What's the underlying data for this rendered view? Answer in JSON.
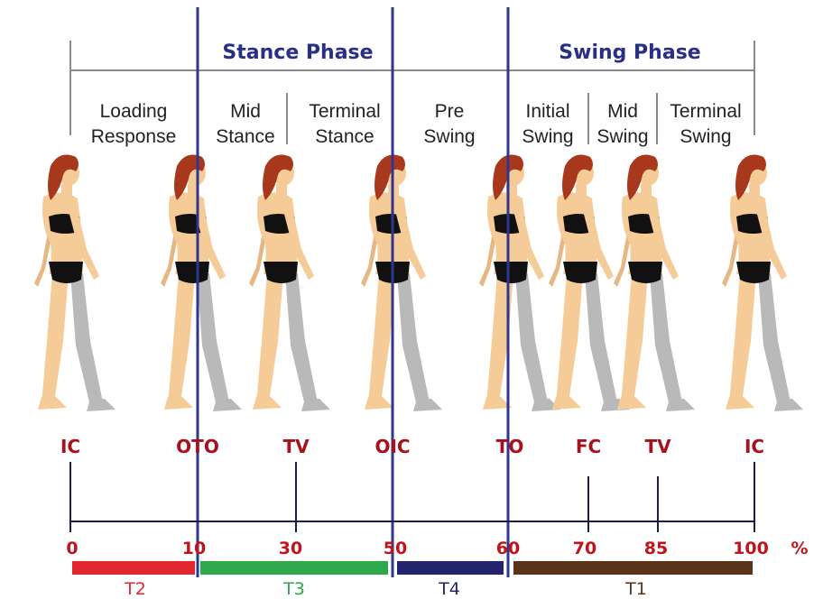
{
  "phases": {
    "stance": "Stance Phase",
    "swing": "Swing Phase"
  },
  "subphases": [
    {
      "line1": "Loading",
      "line2": "Response"
    },
    {
      "line1": "Mid",
      "line2": "Stance"
    },
    {
      "line1": "Terminal",
      "line2": "Stance"
    },
    {
      "line1": "Pre",
      "line2": "Swing"
    },
    {
      "line1": "Initial",
      "line2": "Swing"
    },
    {
      "line1": "Mid",
      "line2": "Swing"
    },
    {
      "line1": "Terminal",
      "line2": "Swing"
    }
  ],
  "events": [
    "IC",
    "OTO",
    "TV",
    "OIC",
    "TO",
    "FC",
    "TV",
    "IC"
  ],
  "percent_ticks": [
    "0",
    "10",
    "30",
    "50",
    "60",
    "70",
    "85",
    "100"
  ],
  "percent_unit": "%",
  "segments": [
    {
      "label": "T2",
      "color": "#e0282c"
    },
    {
      "label": "T3",
      "color": "#2ea84a"
    },
    {
      "label": "T4",
      "color": "#24236e"
    },
    {
      "label": "T1",
      "color": "#5a3318"
    }
  ],
  "colors": {
    "event_text": "#a8101c",
    "percent_text": "#c0141c",
    "divider": "#2e3690",
    "bracket": "#8a8a8a",
    "axis": "#1c1c4c",
    "skin": "#f5cc98",
    "hair": "#a8381c",
    "clothing": "#111111",
    "far_leg": "#b9b9b9"
  }
}
